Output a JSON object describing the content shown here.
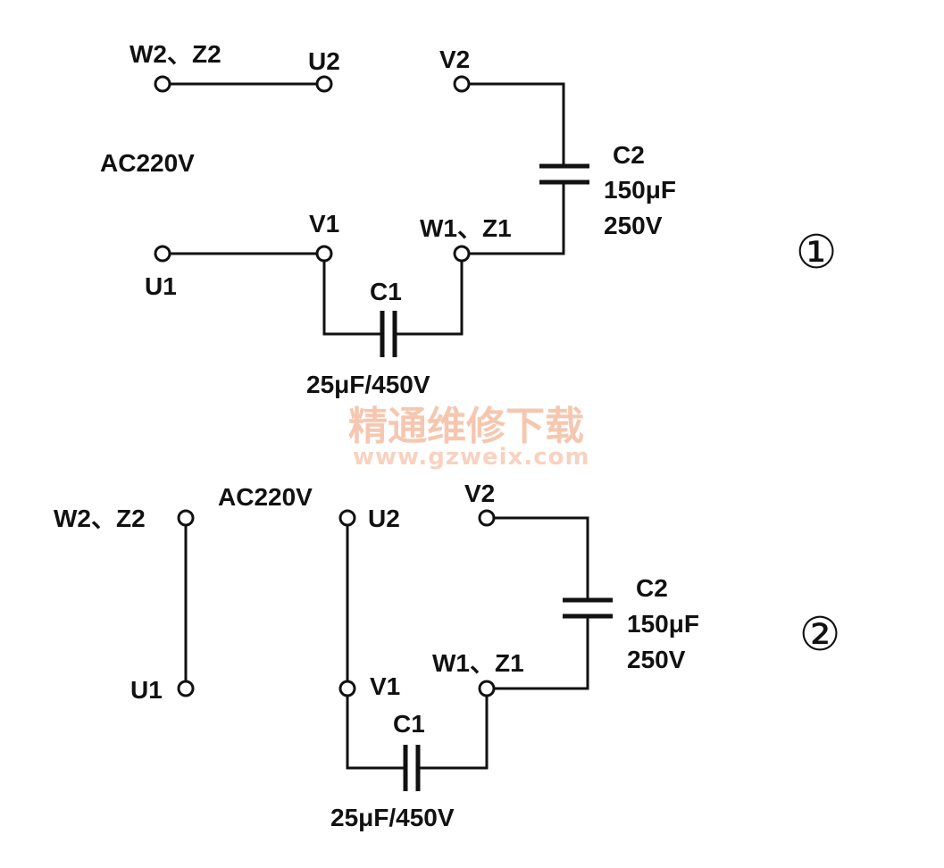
{
  "diagram1": {
    "circle_label": "①",
    "labels": {
      "w2z2": "W2、Z2",
      "u2": "U2",
      "v2": "V2",
      "ac": "AC220V",
      "v1": "V1",
      "w1z1": "W1、Z1",
      "u1": "U1",
      "c1": "C1",
      "c1_value": "25μF/450V",
      "c2": "C2",
      "c2_cap": "150μF",
      "c2_volt": "250V"
    }
  },
  "diagram2": {
    "circle_label": "②",
    "labels": {
      "w2z2": "W2、Z2",
      "ac": "AC220V",
      "u2": "U2",
      "v2": "V2",
      "u1": "U1",
      "v1": "V1",
      "w1z1": "W1、Z1",
      "c1": "C1",
      "c1_value": "25μF/450V",
      "c2": "C2",
      "c2_cap": "150μF",
      "c2_volt": "250V"
    }
  },
  "watermark": {
    "title": "精通维修下载",
    "url": "www.gzweix.com"
  },
  "colors": {
    "line": "#111111",
    "watermark": "#f6c7b0"
  }
}
